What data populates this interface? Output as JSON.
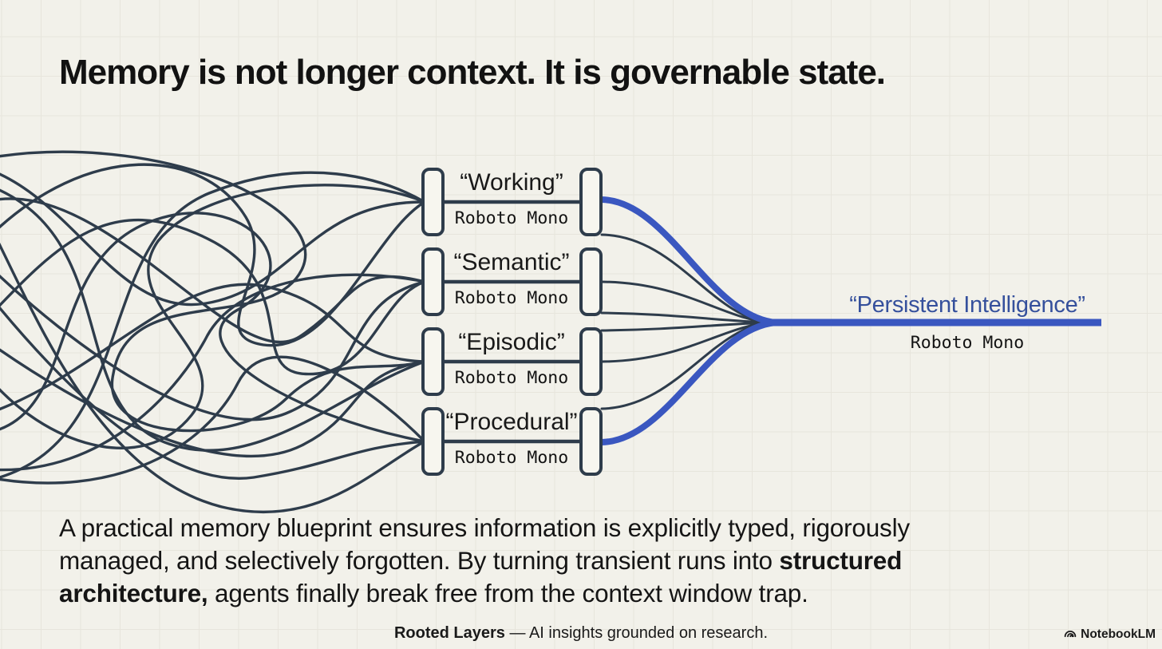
{
  "title": "Memory is not longer context. It is governable state.",
  "colors": {
    "background": "#f2f1ea",
    "grid": "#e7e5dc",
    "ink": "#2e3c4b",
    "pillar_fill": "#f7f6ef",
    "text": "#161616",
    "accent_line": "#3a57c0",
    "accent_text": "#35509c"
  },
  "diagram": {
    "gates": [
      {
        "label": "“Working”",
        "sublabel": "Roboto Mono"
      },
      {
        "label": "“Semantic”",
        "sublabel": "Roboto Mono"
      },
      {
        "label": "“Episodic”",
        "sublabel": "Roboto Mono"
      },
      {
        "label": "“Procedural”",
        "sublabel": "Roboto Mono"
      }
    ],
    "output": {
      "label": "“Persistent Intelligence”",
      "sublabel": "Roboto Mono"
    }
  },
  "body": {
    "lines": [
      [
        {
          "text": "A practical memory blueprint ensures information is explicitly typed, rigorously",
          "bold": false
        }
      ],
      [
        {
          "text": "managed, and selectively forgotten. By turning transient runs into ",
          "bold": false
        },
        {
          "text": "structured",
          "bold": true
        }
      ],
      [
        {
          "text": "architecture,",
          "bold": true
        },
        {
          "text": " agents finally break free from the context window trap.",
          "bold": false
        }
      ]
    ]
  },
  "footer": {
    "brand": "Rooted Layers",
    "separator": " — ",
    "tagline": "AI insights grounded on research."
  },
  "logo": {
    "text": "NotebookLM",
    "icon": "notebooklm-swirl-icon"
  }
}
